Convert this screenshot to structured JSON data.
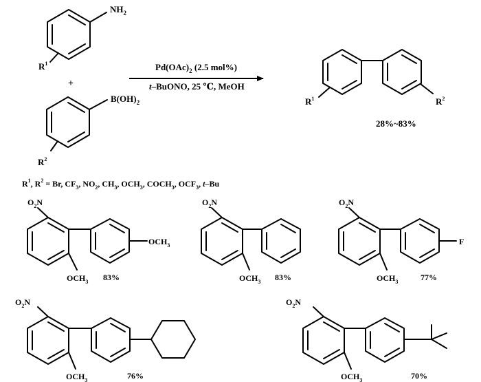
{
  "reaction": {
    "reactant1_substituent": "NH",
    "reactant1_substituent_sub": "2",
    "reactant1_r": "R",
    "reactant1_r_sup": "1",
    "plus": "+",
    "reactant2_substituent": "B(OH)",
    "reactant2_substituent_sub": "2",
    "reactant2_r": "R",
    "reactant2_r_sup": "2",
    "catalyst": "Pd(OAc)",
    "catalyst_sub": "2",
    "catalyst_loading": " (2.5 mol%)",
    "conditions_t": "t",
    "conditions_rest": "–BuONO, 25 ℃, MeOH",
    "product_r1": "R",
    "product_r1_sup": "1",
    "product_r2": "R",
    "product_r2_sup": "2",
    "yield_range": "28%~83%"
  },
  "substituents": {
    "r1": "R",
    "r1_sup": "1",
    "r2": "R",
    "r2_sup": "2",
    "list_a": " = Br,  CF",
    "list_a_sub": "3",
    "list_b": ",  NO",
    "list_b_sub": "2",
    "list_c": ", CH",
    "list_c_sub": "3",
    "list_d": ", OCH",
    "list_d_sub": "3",
    "list_e": ", COCH",
    "list_e_sub": "3",
    "list_f": ", OCF",
    "list_f_sub": "3",
    "list_g": ", ",
    "list_t": "t",
    "list_h": "–Bu"
  },
  "products": [
    {
      "nitro": "O",
      "nitro_sub": "2",
      "nitro_n": "N",
      "ome": "OCH",
      "ome_sub": "3",
      "sub_label": "OCH",
      "sub_label_sub": "3",
      "yield": "83%"
    },
    {
      "nitro": "O",
      "nitro_sub": "2",
      "nitro_n": "N",
      "ome": "OCH",
      "ome_sub": "3",
      "yield": "83%"
    },
    {
      "nitro": "O",
      "nitro_sub": "2",
      "nitro_n": "N",
      "ome": "OCH",
      "ome_sub": "3",
      "sub_label": "F",
      "yield": "77%"
    },
    {
      "nitro": "O",
      "nitro_sub": "2",
      "nitro_n": "N",
      "ome": "OCH",
      "ome_sub": "3",
      "yield": "76%"
    },
    {
      "nitro": "O",
      "nitro_sub": "2",
      "nitro_n": "N",
      "ome": "OCH",
      "ome_sub": "3",
      "yield": "70%"
    }
  ]
}
